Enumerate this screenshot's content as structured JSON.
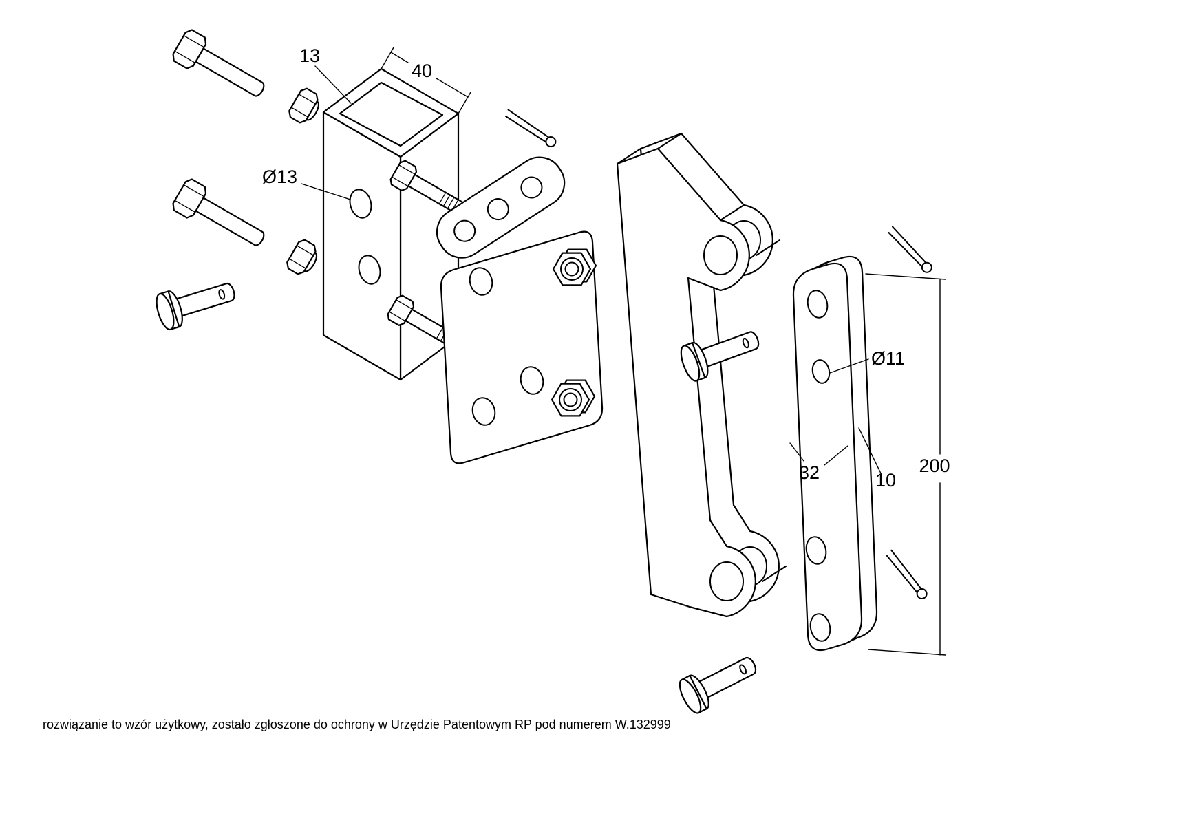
{
  "labels": {
    "top_width": "13",
    "tube_width": "40",
    "block_hole_dia": "Ø13",
    "plate_hole_dia": "Ø11",
    "plate_width": "32",
    "plate_thickness": "10",
    "plate_length": "200"
  },
  "footer": {
    "note": "rozwiązanie to wzór użytkowy, zostało zgłoszone do ochrony w Urzędzie Patentowym RP pod numerem W.132999"
  },
  "colors": {
    "background": "#ffffff",
    "line": "#000000"
  }
}
